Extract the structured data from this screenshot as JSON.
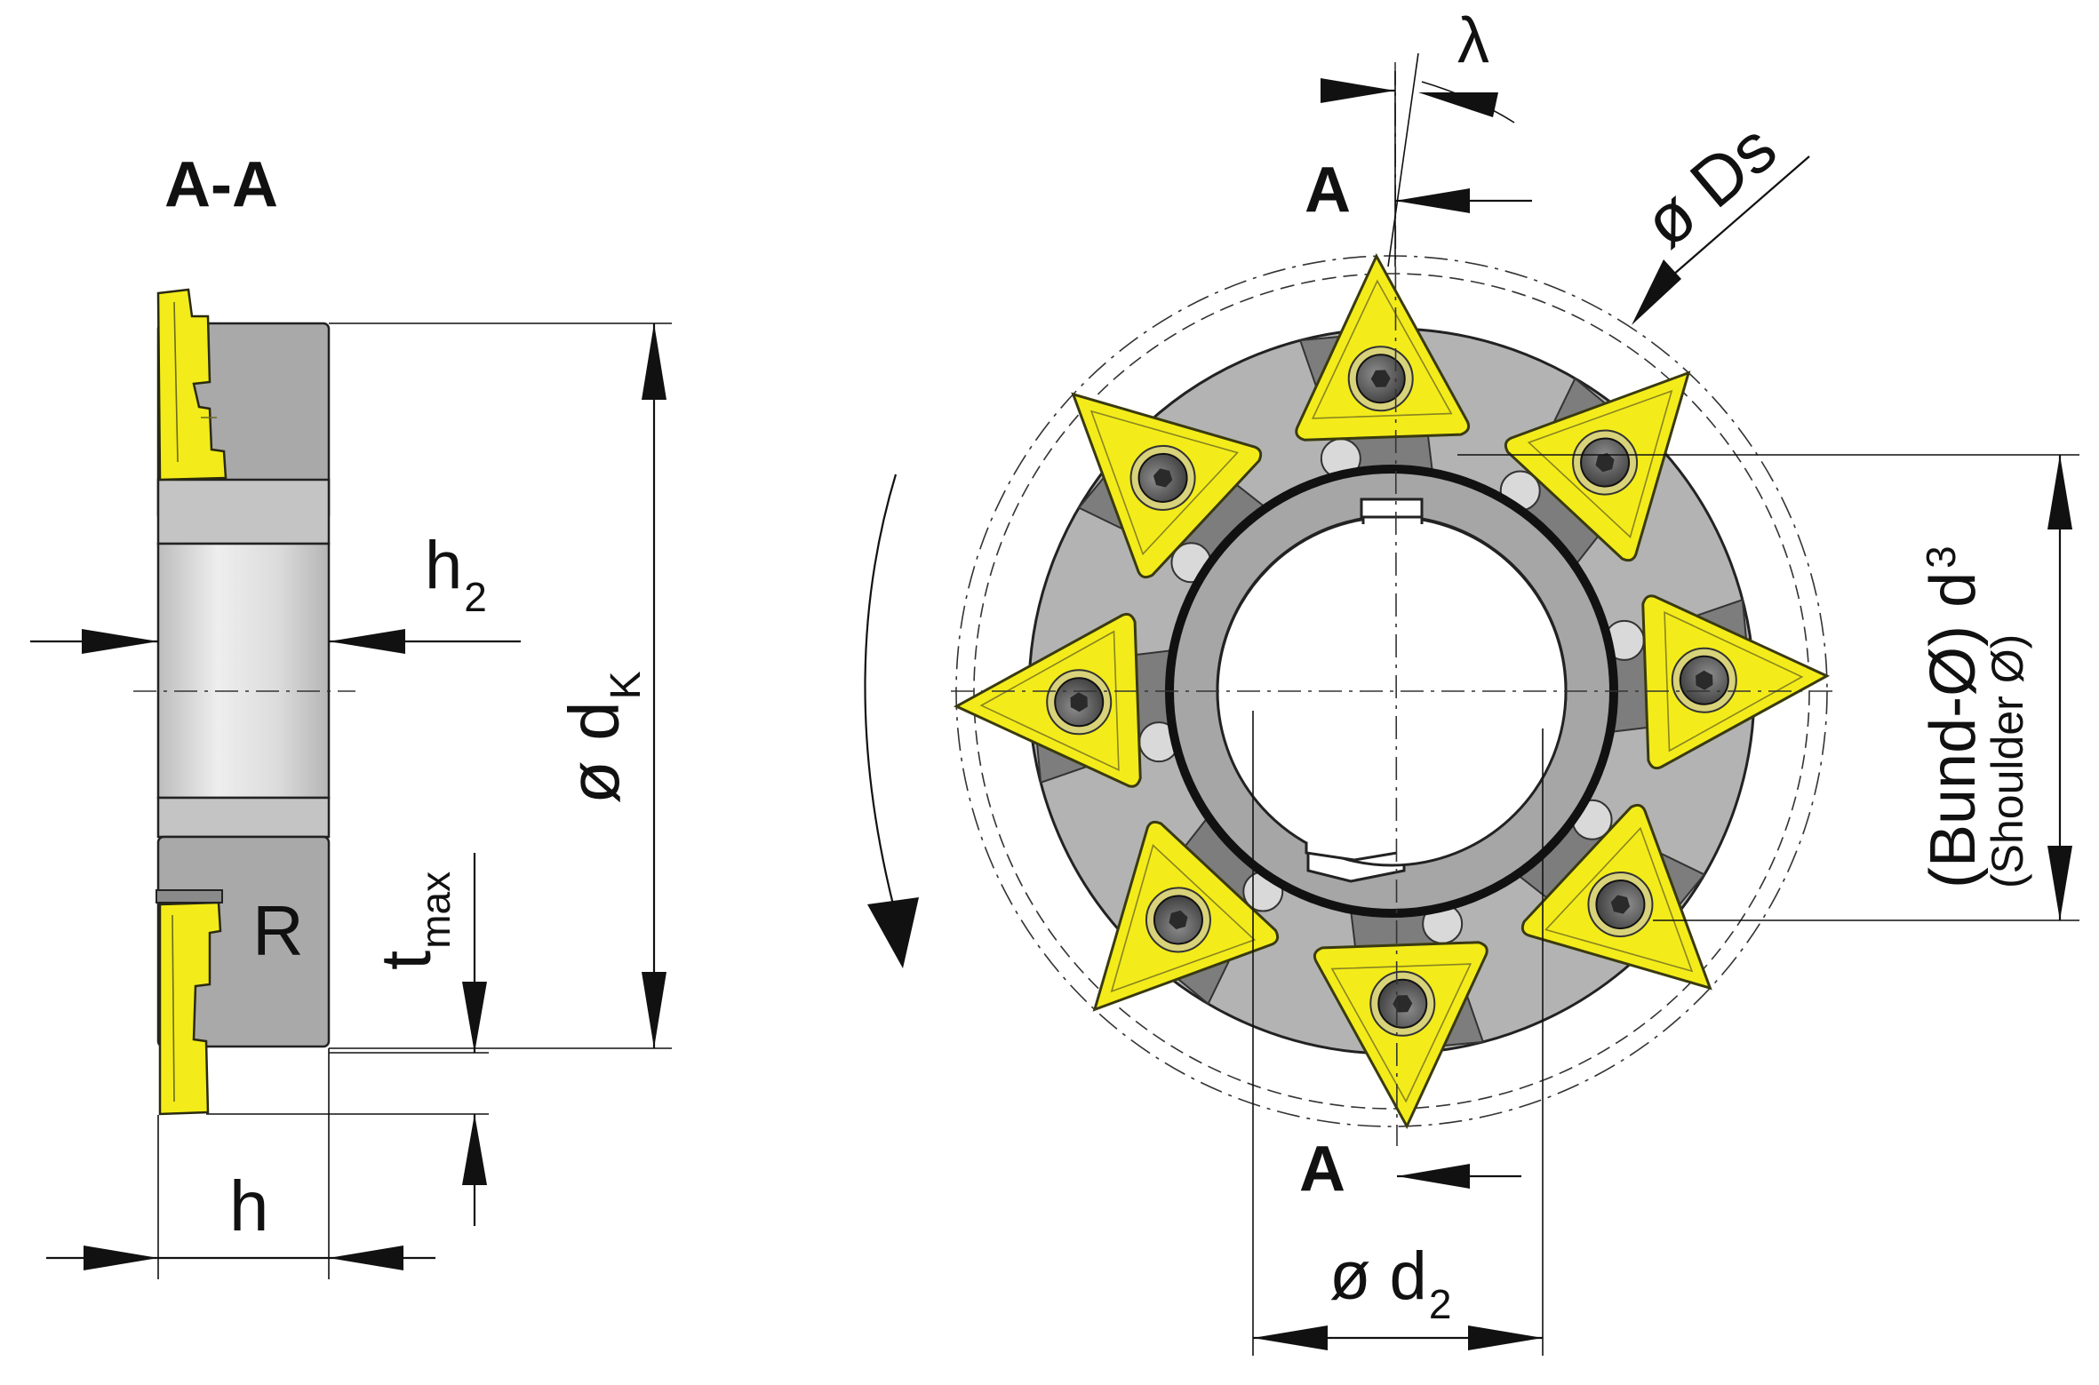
{
  "section_view": {
    "title": "A-A",
    "labels": {
      "h2_main": "h",
      "h2_sub": "2",
      "dk_prefix": "ø d",
      "dk_sub": "K",
      "tmax_main": "t",
      "tmax_sub": "max",
      "r": "R",
      "h": "h"
    }
  },
  "front_view": {
    "lambda": "λ",
    "section_top": "A",
    "section_bottom": "A",
    "ds": "ø Ds",
    "d3_prefix": "(Bund-Ø) d",
    "d3_sub": "3",
    "d3_note": "(Shoulder Ø)",
    "d2_prefix": "ø d",
    "d2_sub": "2",
    "insert_count": 8
  },
  "colors": {
    "insert": "#f3ec1a",
    "insert_edge": "#3a3a10",
    "body": "#a9a9a9",
    "body_light": "#d9d9d9",
    "body_dark": "#7d7d7d",
    "screw": "#4a4a4a"
  }
}
